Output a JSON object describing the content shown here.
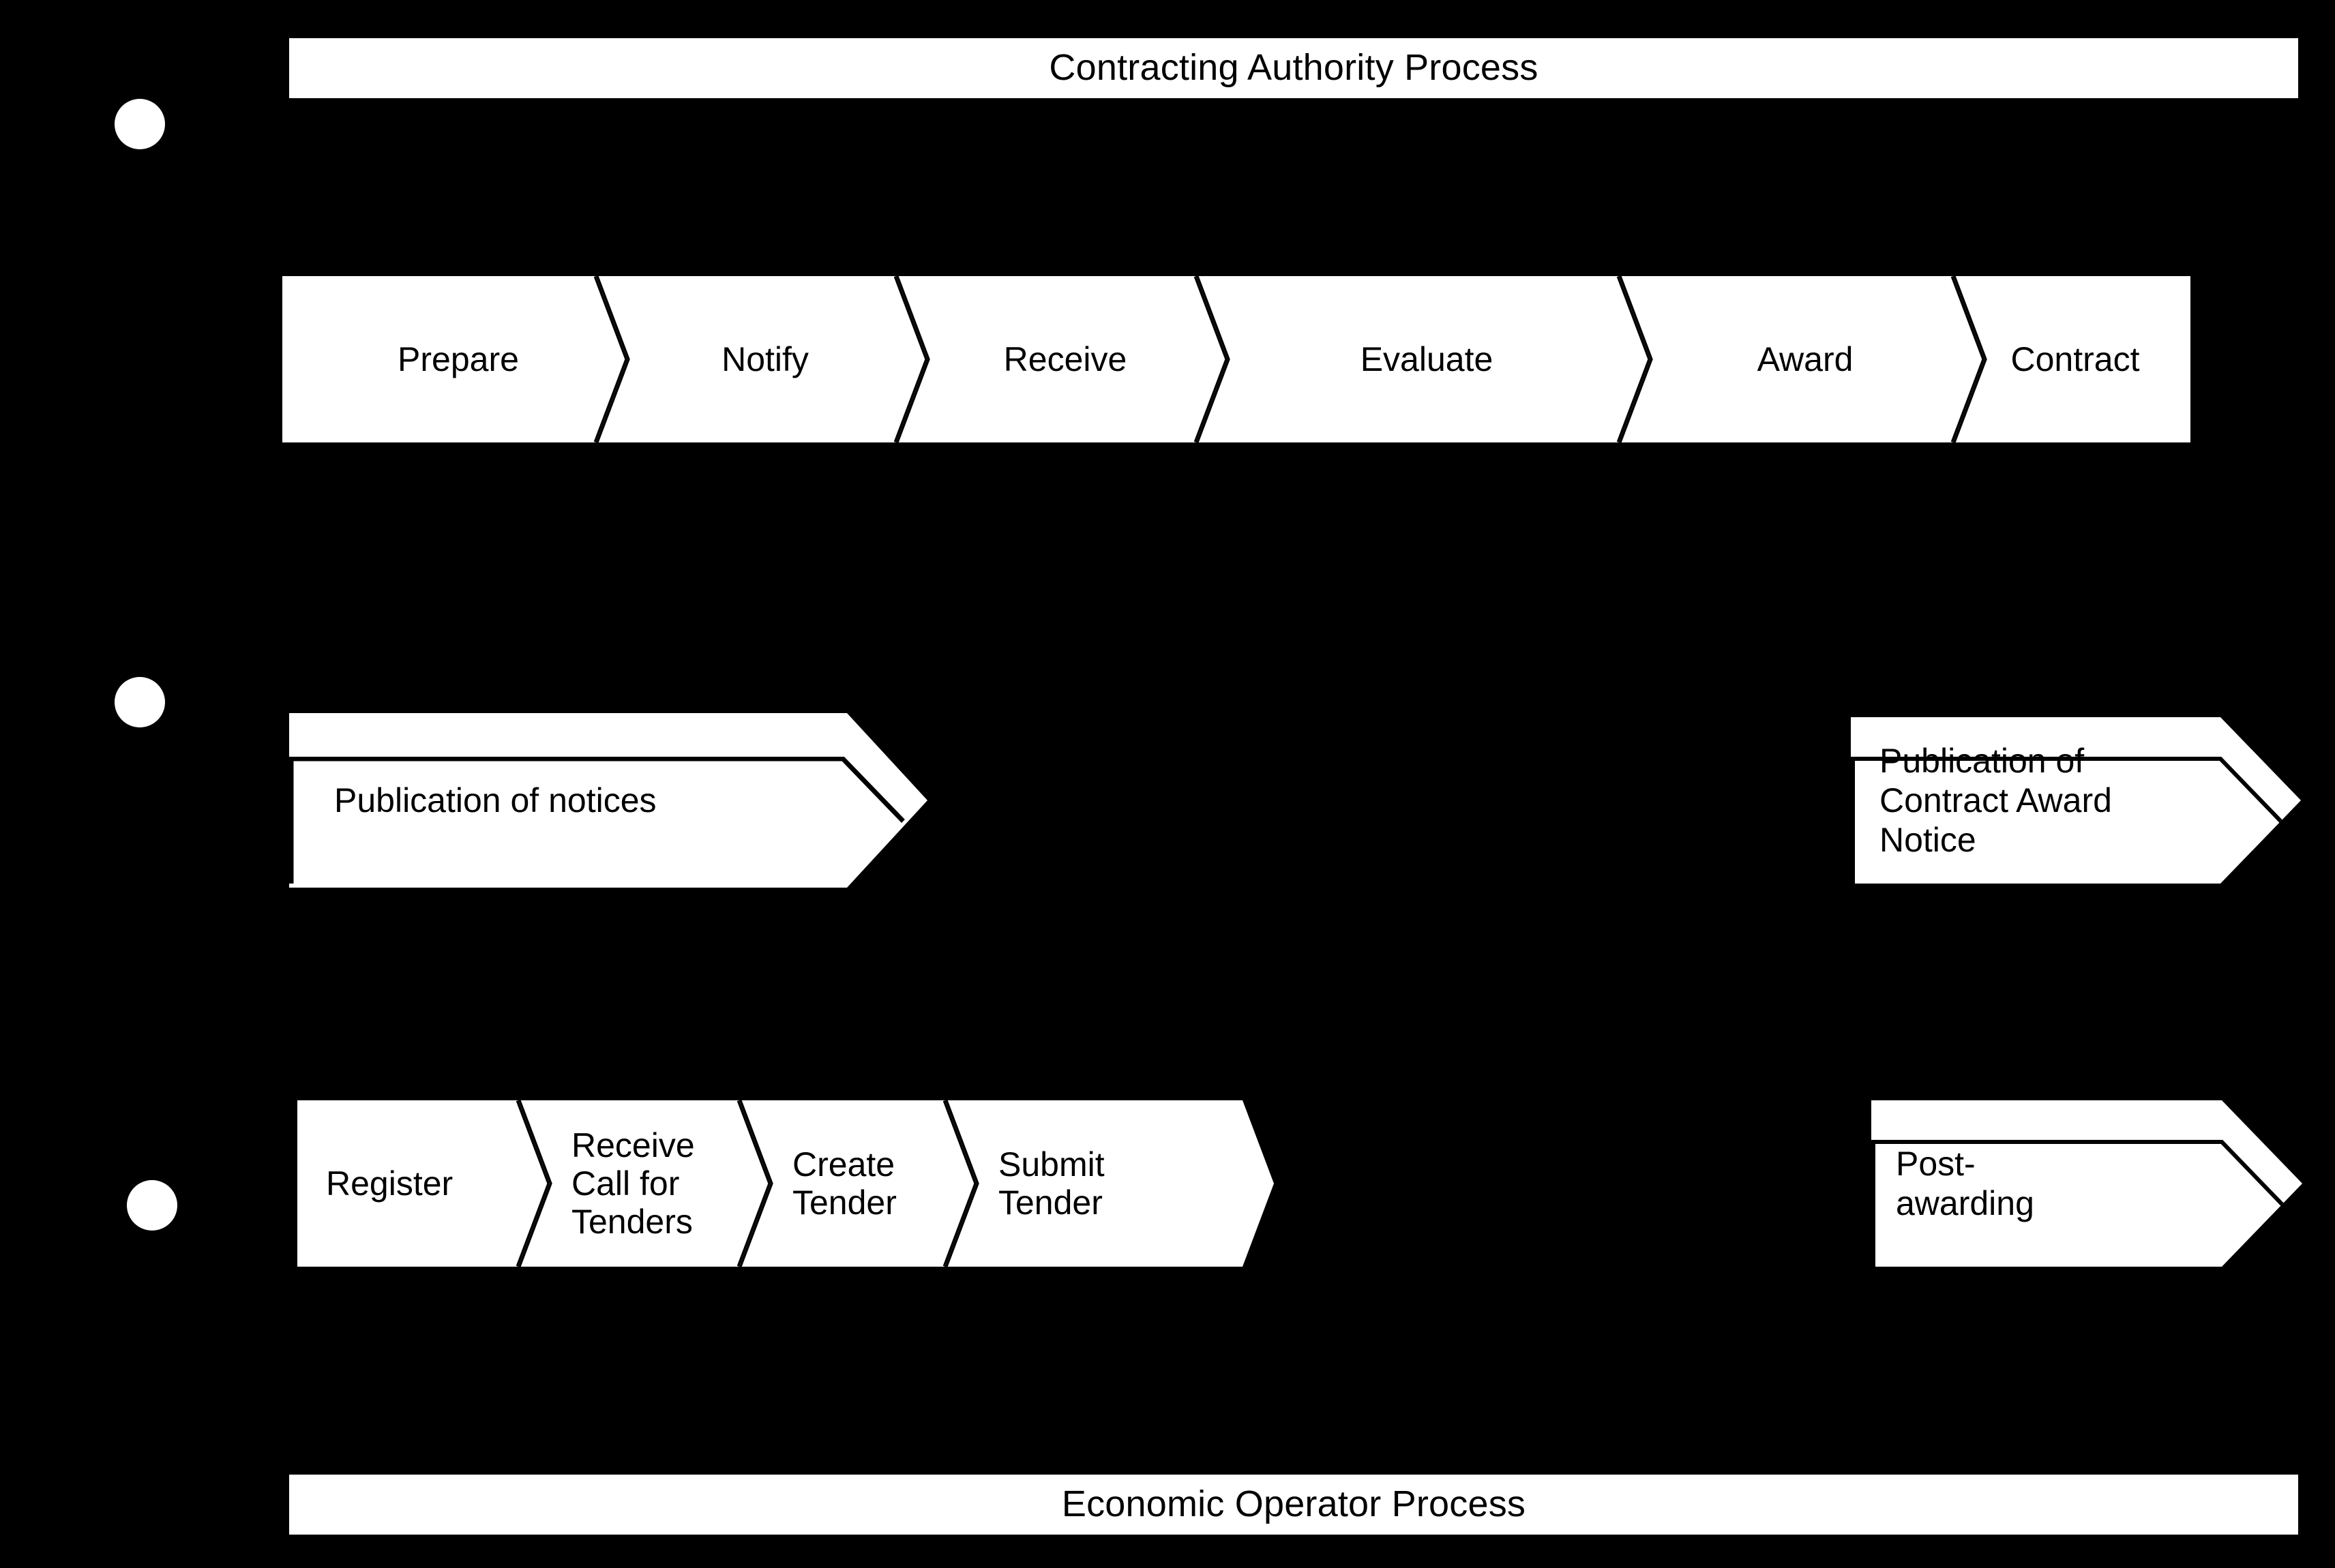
{
  "diagram": {
    "title": "Contracting Authority Process / Economic Operator Process",
    "background_color": "#000000",
    "shape_fill_color": "#ffffff",
    "outline_color": "#000000"
  },
  "banners": {
    "top": "Contracting Authority Process",
    "bottom": "Economic Operator Process"
  },
  "lane_markers": [
    {
      "name": "marker-contracting-authority"
    },
    {
      "name": "marker-publication"
    },
    {
      "name": "marker-economic-operator"
    }
  ],
  "authority_process": {
    "lane_name": "Contracting Authority Process",
    "steps": [
      {
        "label": "Prepare"
      },
      {
        "label": "Notify"
      },
      {
        "label": "Receive"
      },
      {
        "label": "Evaluate"
      },
      {
        "label": "Award"
      },
      {
        "label": "Contract"
      }
    ]
  },
  "publication_lane": {
    "arrows": [
      {
        "label": "Publication of notices"
      },
      {
        "label": "Publication of\nContract Award\nNotice"
      }
    ]
  },
  "operator_process": {
    "lane_name": "Economic Operator Process",
    "steps": [
      {
        "label": "Register"
      },
      {
        "label": "Receive\nCall for\nTenders"
      },
      {
        "label": "Create\nTender"
      },
      {
        "label": "Submit\nTender"
      }
    ],
    "trailing_arrows": [
      {
        "label": "Post-\nawarding"
      }
    ]
  }
}
